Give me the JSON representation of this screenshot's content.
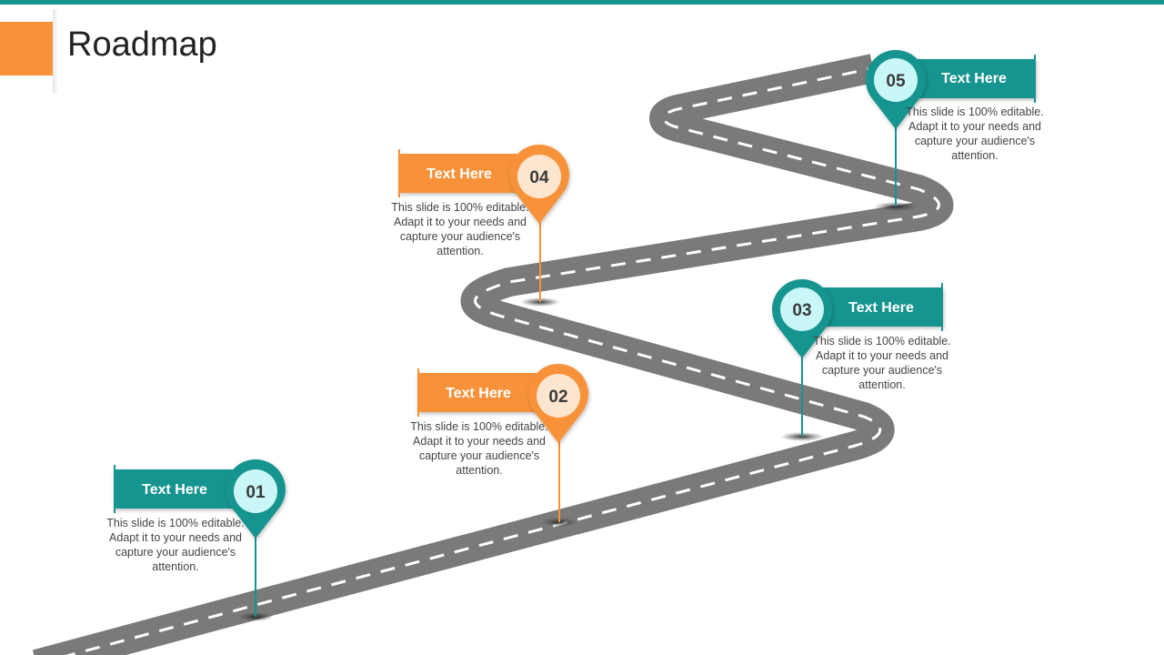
{
  "page": {
    "title": "Roadmap"
  },
  "colors": {
    "teal": "#17948f",
    "orange": "#f7923a",
    "road": "#7a7a7a",
    "teal_circle": "#c9f6f6",
    "orange_circle": "#fde6cf"
  },
  "milestones": [
    {
      "number": "01",
      "heading": "Text Here",
      "text": "This slide is 100% editable. Adapt it to your needs and capture your audience's attention.",
      "color": "teal"
    },
    {
      "number": "02",
      "heading": "Text Here",
      "text": "This slide is 100% editable. Adapt it to your needs and capture your audience's attention.",
      "color": "orange"
    },
    {
      "number": "03",
      "heading": "Text Here",
      "text": "This slide is 100% editable. Adapt it to your needs and capture your audience's attention.",
      "color": "teal"
    },
    {
      "number": "04",
      "heading": "Text Here",
      "text": "This slide is 100% editable. Adapt it to your needs and capture your audience's attention.",
      "color": "orange"
    },
    {
      "number": "05",
      "heading": "Text Here",
      "text": "This slide is 100% editable. Adapt it to your needs and capture your audience's attention.",
      "color": "teal"
    }
  ]
}
